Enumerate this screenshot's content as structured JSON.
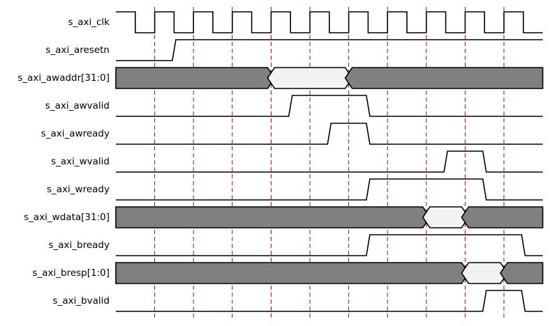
{
  "diagram": {
    "clock_signal": "s_axi_clk",
    "signals": [
      {
        "name": "s_axi_clk",
        "type": "clock"
      },
      {
        "name": "s_axi_aresetn",
        "type": "digital",
        "levels": [
          0,
          0,
          0,
          1,
          1,
          1,
          1,
          1,
          1,
          1,
          1,
          1,
          1,
          1,
          1,
          1,
          1,
          1,
          1,
          1,
          1,
          1,
          1
        ]
      },
      {
        "name": "s_axi_awaddr[31:0]",
        "type": "bus",
        "segments": [
          [
            "x",
            0,
            8
          ],
          [
            "v",
            8,
            12
          ],
          [
            "x",
            12,
            22
          ]
        ]
      },
      {
        "name": "s_axi_awvalid",
        "type": "digital",
        "levels": [
          0,
          0,
          0,
          0,
          0,
          0,
          0,
          0,
          0,
          1,
          1,
          1,
          1,
          0,
          0,
          0,
          0,
          0,
          0,
          0,
          0,
          0,
          0
        ]
      },
      {
        "name": "s_axi_awready",
        "type": "digital",
        "levels": [
          0,
          0,
          0,
          0,
          0,
          0,
          0,
          0,
          0,
          0,
          0,
          1,
          1,
          0,
          0,
          0,
          0,
          0,
          0,
          0,
          0,
          0,
          0
        ]
      },
      {
        "name": "s_axi_wvalid",
        "type": "digital",
        "levels": [
          0,
          0,
          0,
          0,
          0,
          0,
          0,
          0,
          0,
          0,
          0,
          0,
          0,
          0,
          0,
          0,
          0,
          1,
          1,
          0,
          0,
          0,
          0
        ]
      },
      {
        "name": "s_axi_wready",
        "type": "digital",
        "levels": [
          0,
          0,
          0,
          0,
          0,
          0,
          0,
          0,
          0,
          0,
          0,
          0,
          0,
          1,
          1,
          1,
          1,
          1,
          1,
          0,
          0,
          0,
          0
        ]
      },
      {
        "name": "s_axi_wdata[31:0]",
        "type": "bus",
        "segments": [
          [
            "x",
            0,
            16
          ],
          [
            "v",
            16,
            18
          ],
          [
            "x",
            18,
            22
          ]
        ]
      },
      {
        "name": "s_axi_bready",
        "type": "digital",
        "levels": [
          0,
          0,
          0,
          0,
          0,
          0,
          0,
          0,
          0,
          0,
          0,
          0,
          0,
          1,
          1,
          1,
          1,
          1,
          1,
          1,
          1,
          0,
          0
        ]
      },
      {
        "name": "s_axi_bresp[1:0]",
        "type": "bus",
        "segments": [
          [
            "x",
            0,
            18
          ],
          [
            "v",
            18,
            20
          ],
          [
            "x",
            20,
            22
          ]
        ]
      },
      {
        "name": "s_axi_bvalid",
        "type": "digital",
        "levels": [
          0,
          0,
          0,
          0,
          0,
          0,
          0,
          0,
          0,
          0,
          0,
          0,
          0,
          0,
          0,
          0,
          0,
          0,
          0,
          1,
          1,
          0,
          0
        ]
      }
    ],
    "colors": {
      "wave": "#000000",
      "bus_invalid_fill": "#808080",
      "bus_valid_fill": "#f2f2f2",
      "clock_grid": "#8b1a1a",
      "label_text": "#000000"
    }
  }
}
